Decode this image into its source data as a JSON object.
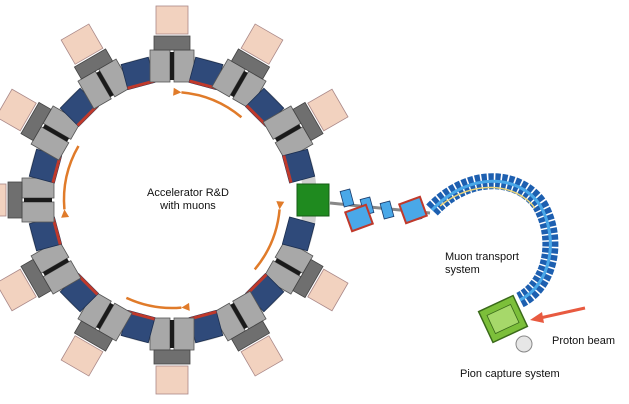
{
  "labels": {
    "center": [
      "Accelerator R&D",
      "with muons"
    ],
    "muon_transport": [
      "Muon transport",
      "system"
    ],
    "proton_beam": "Proton beam",
    "pion_capture": "Pion capture system"
  },
  "ring": {
    "sector_count": 12,
    "colors": {
      "ring_arc": "#cfcfcf",
      "gray_magnet": "#a8a8a8",
      "gray_dark": "#6f6f6f",
      "pink_block": "#f2d2bf",
      "blue_block": "#2f4a7a",
      "red_edge": "#c0392b",
      "green_block": "#1f8a1f",
      "arrow": "#e07b2a"
    }
  },
  "beamline": {
    "colors": {
      "blue_segment": "#1d5fb0",
      "light_blue": "#4aa8e8",
      "pion_box": "#7cbf3a",
      "proton_arrow": "#e85a40"
    }
  }
}
